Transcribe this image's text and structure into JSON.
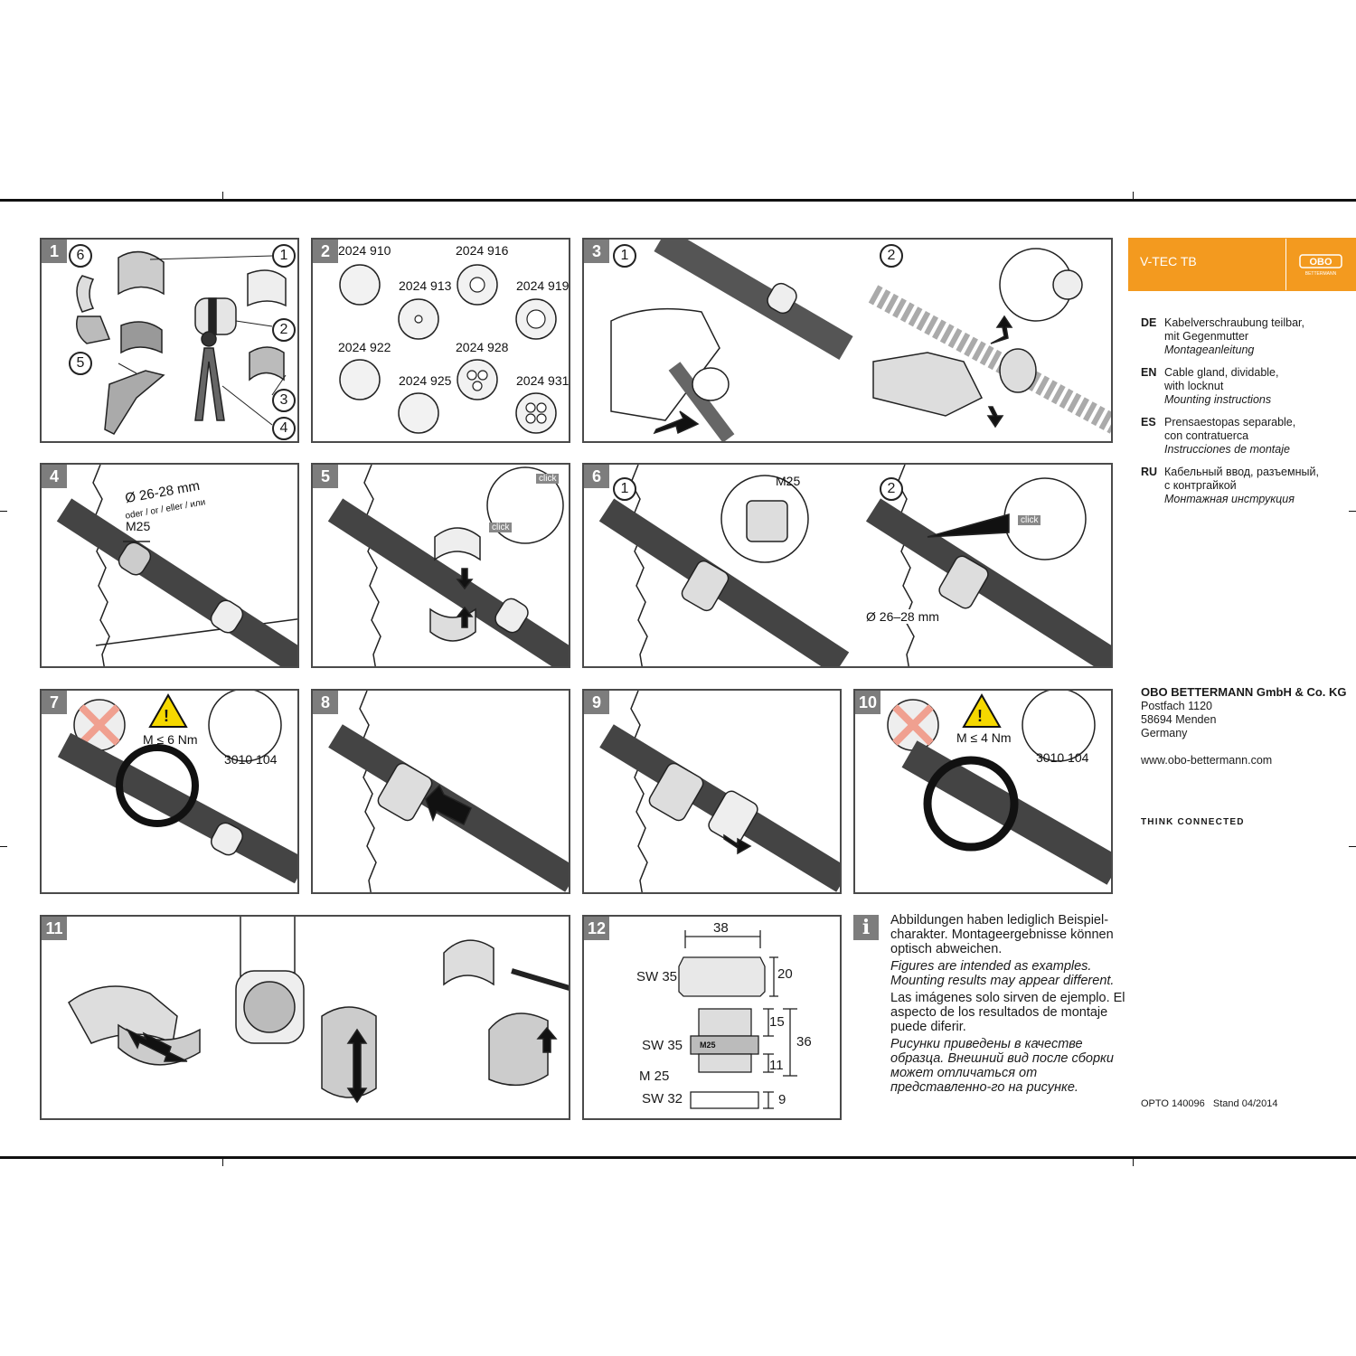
{
  "brand": {
    "product": "V-TEC TB",
    "logo_text": "OBO",
    "logo_subtext": "BETTERMANN",
    "accent_color": "#f39a1f"
  },
  "languages": [
    {
      "code": "DE",
      "line1": "Kabelverschraubung teilbar,",
      "line2": "mit Gegenmutter",
      "line3": "Montageanleitung"
    },
    {
      "code": "EN",
      "line1": "Cable gland, dividable,",
      "line2": "with locknut",
      "line3": "Mounting instructions"
    },
    {
      "code": "ES",
      "line1": "Prensaestopas separable,",
      "line2": "con contratuerca",
      "line3": "Instrucciones de montaje"
    },
    {
      "code": "RU",
      "line1": "Кабельный ввод, разъемный,",
      "line2": "с контргайкой",
      "line3": "Монтажная инструкция"
    }
  ],
  "company": {
    "name": "OBO BETTERMANN GmbH & Co. KG",
    "address1": "Postfach 1120",
    "address2": "58694 Menden",
    "country": "Germany",
    "website": "www.obo-bettermann.com"
  },
  "tagline": "THINK CONNECTED",
  "footer": {
    "code": "OPTO 140096",
    "stand": "Stand 04/2014"
  },
  "steps": {
    "s1": {
      "num": "1",
      "callouts": [
        "6",
        "1",
        "2",
        "5",
        "3",
        "4"
      ]
    },
    "s2": {
      "num": "2",
      "codes": [
        "2024 910",
        "2024 916",
        "2024 913",
        "2024 919",
        "2024 922",
        "2024 928",
        "2024 925",
        "2024 931"
      ]
    },
    "s3": {
      "num": "3",
      "sub1": "1",
      "sub2": "2"
    },
    "s4": {
      "num": "4",
      "diameter": "Ø 26-28 mm",
      "oder": "oder / or / eller / или",
      "thread": "M25"
    },
    "s5": {
      "num": "5",
      "click1": "click",
      "click2": "click"
    },
    "s6": {
      "num": "6",
      "sub1": "1",
      "sub2": "2",
      "thread": "M25",
      "click": "click",
      "diameter": "Ø 26–28 mm"
    },
    "s7": {
      "num": "7",
      "torque": "M ≤ 6 Nm",
      "tool": "3010 104"
    },
    "s8": {
      "num": "8"
    },
    "s9": {
      "num": "9"
    },
    "s10": {
      "num": "10",
      "torque": "M ≤ 4 Nm",
      "tool": "3010 104"
    },
    "s11": {
      "num": "11"
    },
    "s12": {
      "num": "12",
      "width": "38",
      "sw_cap": "SW 35",
      "cap_h": "20",
      "top_h": "15",
      "total_h": "36",
      "sw_body": "SW 35",
      "m_label": "M25",
      "bot_h": "11",
      "thread": "M 25",
      "sw_nut": "SW 32",
      "nut_h": "9"
    }
  },
  "info": {
    "icon": "i",
    "de": "Abbildungen haben lediglich Beispiel-charakter. Montageergebnisse können optisch abweichen.",
    "en": "Figures are intended as examples. Mounting results may appear different.",
    "es": "Las imágenes solo sirven de ejemplo. El aspecto de los resultados de montaje puede diferir.",
    "ru": "Рисунки приведены в качестве образца. Внешний вид после сборки может отличаться от представленно-го на рисунке."
  }
}
